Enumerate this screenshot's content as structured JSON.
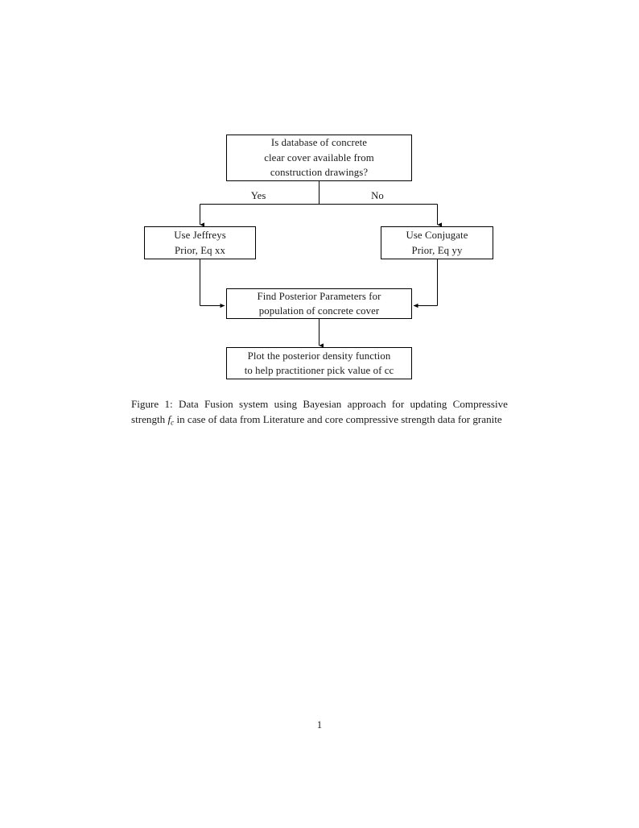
{
  "document": {
    "page_number": "1",
    "background_color": "#ffffff",
    "text_color": "#1a1a1a",
    "line_color": "#000000"
  },
  "figure": {
    "nodes": [
      {
        "id": "decision",
        "name": "decision-node",
        "lines": [
          "Is database of concrete",
          "clear cover available from",
          "construction drawings?"
        ]
      },
      {
        "id": "jeffreys",
        "name": "jeffreys-prior-node",
        "lines": [
          "Use Jeffreys",
          "Prior, Eq xx"
        ]
      },
      {
        "id": "conjugate",
        "name": "conjugate-prior-node",
        "lines": [
          "Use Conjugate",
          "Prior, Eq yy"
        ]
      },
      {
        "id": "posterior",
        "name": "find-posterior-node",
        "lines": [
          "Find Posterior Parameters for",
          "population of concrete cover"
        ]
      },
      {
        "id": "plot",
        "name": "plot-posterior-node",
        "lines": [
          "Plot the posterior density function",
          "to help practitioner pick value of cc"
        ]
      }
    ],
    "edge_labels": {
      "yes": "Yes",
      "no": "No"
    }
  },
  "caption": {
    "label": "Figure 1:",
    "text_before_math": " Data Fusion system using Bayesian approach for updating Compressive strength ",
    "math_variable": "f",
    "math_subscript": "c",
    "text_after_math": " in case of data from Literature and core compressive strength data for granite",
    "full_text": "Figure 1: Data Fusion system using Bayesian approach for updating Compressive strength fc in case of data from Literature and core compressive strength data for granite"
  }
}
